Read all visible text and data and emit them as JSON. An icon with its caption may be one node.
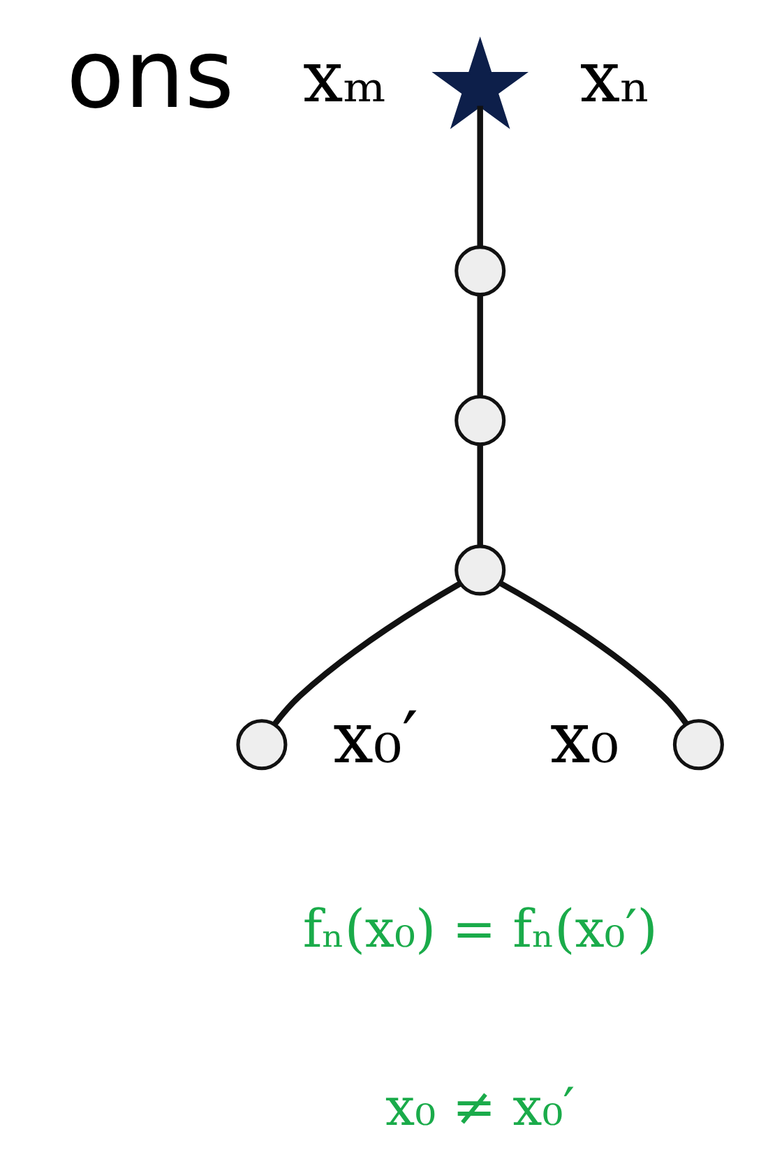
{
  "diagram": {
    "nodes": [
      {
        "text": [],
        "shape": "star",
        "beside": [
          "xₘ",
          "xₙ"
        ]
      },
      {
        "text": [],
        "shape": "circle"
      },
      {
        "text": [],
        "shape": "circle"
      },
      {
        "text": [],
        "shape": "circle"
      },
      {
        "text": [],
        "shape": "circle",
        "beside": [
          "x₀"
        ]
      },
      {
        "text": [],
        "shape": "circle",
        "beside": [
          "x₀′"
        ]
      }
    ],
    "edges": [
      {
        "from": 0,
        "to": 1,
        "arrow": "none"
      },
      {
        "from": 1,
        "to": 2,
        "arrow": "none"
      },
      {
        "from": 2,
        "to": 3,
        "arrow": "none"
      },
      {
        "from": 3,
        "to": 4,
        "arrow": "none"
      },
      {
        "from": 3,
        "to": 5,
        "arrow": "none"
      }
    ],
    "labels": [
      "ons",
      "fₙ(x₀) = fₙ(x₀′)",
      "x₀ ≠ x₀′"
    ]
  }
}
